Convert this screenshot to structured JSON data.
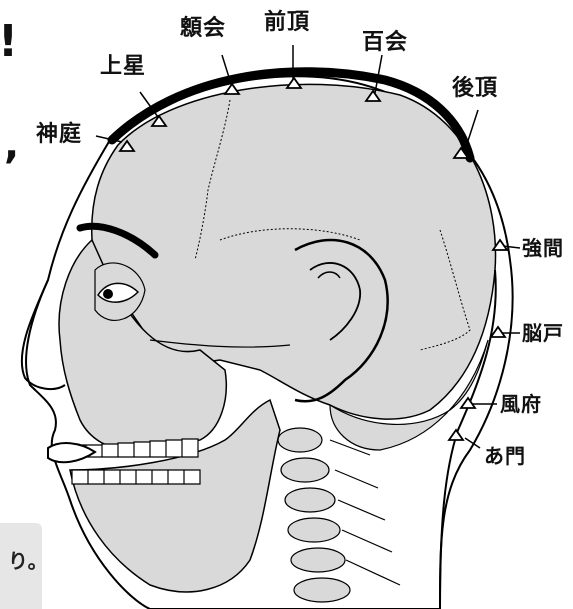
{
  "headline_fragments": {
    "exclaim": "!",
    "comma": ","
  },
  "note": {
    "fragment": "り。"
  },
  "acupoints": {
    "shintei": "神庭",
    "josei": "上星",
    "shine": "顖会",
    "zencho": "前頂",
    "hyakue": "百会",
    "gocho": "後頂",
    "kyokan": "強間",
    "noko": "脳戸",
    "fufu": "風府",
    "amon": "あ門"
  },
  "colors": {
    "skull_fill": "#d9d9d9",
    "outline": "#000000",
    "arc": "#000000",
    "background": "#ffffff"
  }
}
